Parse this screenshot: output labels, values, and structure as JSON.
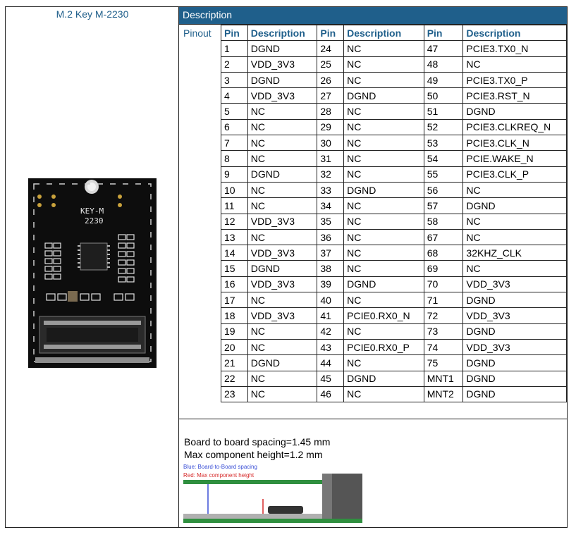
{
  "left": {
    "title": "M.2 Key M-2230",
    "board_text": {
      "line1": "KEY-M",
      "line2": "2230"
    }
  },
  "header": {
    "title": "Description"
  },
  "pinout_label": "Pinout",
  "table": {
    "headers": [
      "Pin",
      "Description",
      "Pin",
      "Description",
      "Pin",
      "Description"
    ],
    "rows": [
      [
        "1",
        "DGND",
        "24",
        "NC",
        "47",
        "PCIE3.TX0_N"
      ],
      [
        "2",
        "VDD_3V3",
        "25",
        "NC",
        "48",
        "NC"
      ],
      [
        "3",
        "DGND",
        "26",
        "NC",
        "49",
        "PCIE3.TX0_P"
      ],
      [
        "4",
        "VDD_3V3",
        "27",
        "DGND",
        "50",
        "PCIE3.RST_N"
      ],
      [
        "5",
        "NC",
        "28",
        "NC",
        "51",
        "DGND"
      ],
      [
        "6",
        "NC",
        "29",
        "NC",
        "52",
        "PCIE3.CLKREQ_N"
      ],
      [
        "7",
        "NC",
        "30",
        "NC",
        "53",
        "PCIE3.CLK_N"
      ],
      [
        "8",
        "NC",
        "31",
        "NC",
        "54",
        "PCIE.WAKE_N"
      ],
      [
        "9",
        "DGND",
        "32",
        "NC",
        "55",
        "PCIE3.CLK_P"
      ],
      [
        "10",
        "NC",
        "33",
        "DGND",
        "56",
        "NC"
      ],
      [
        "11",
        "NC",
        "34",
        "NC",
        "57",
        "DGND"
      ],
      [
        "12",
        "VDD_3V3",
        "35",
        "NC",
        "58",
        "NC"
      ],
      [
        "13",
        "NC",
        "36",
        "NC",
        "67",
        "NC"
      ],
      [
        "14",
        "VDD_3V3",
        "37",
        "NC",
        "68",
        "32KHZ_CLK"
      ],
      [
        "15",
        "DGND",
        "38",
        "NC",
        "69",
        "NC"
      ],
      [
        "16",
        "VDD_3V3",
        "39",
        "DGND",
        "70",
        "VDD_3V3"
      ],
      [
        "17",
        "NC",
        "40",
        "NC",
        "71",
        "DGND"
      ],
      [
        "18",
        "VDD_3V3",
        "41",
        "PCIE0.RX0_N",
        "72",
        "VDD_3V3"
      ],
      [
        "19",
        "NC",
        "42",
        "NC",
        "73",
        "DGND"
      ],
      [
        "20",
        "NC",
        "43",
        "PCIE0.RX0_P",
        "74",
        "VDD_3V3"
      ],
      [
        "21",
        "DGND",
        "44",
        "NC",
        "75",
        "DGND"
      ],
      [
        "22",
        "NC",
        "45",
        "DGND",
        "MNT1",
        "DGND"
      ],
      [
        "23",
        "NC",
        "46",
        "NC",
        "MNT2",
        "DGND"
      ]
    ]
  },
  "spacing": {
    "line1": "Board to board spacing=1.45 mm",
    "line2": "Max component height=1.2 mm",
    "legend_blue": "Blue: Board-to-Board spacing",
    "legend_red": "Red: Max component height"
  },
  "colors": {
    "header_bg": "#1f5f8b",
    "accent_text": "#1f5f8b",
    "blue": "#3a4fd6",
    "red": "#d62a2a"
  }
}
